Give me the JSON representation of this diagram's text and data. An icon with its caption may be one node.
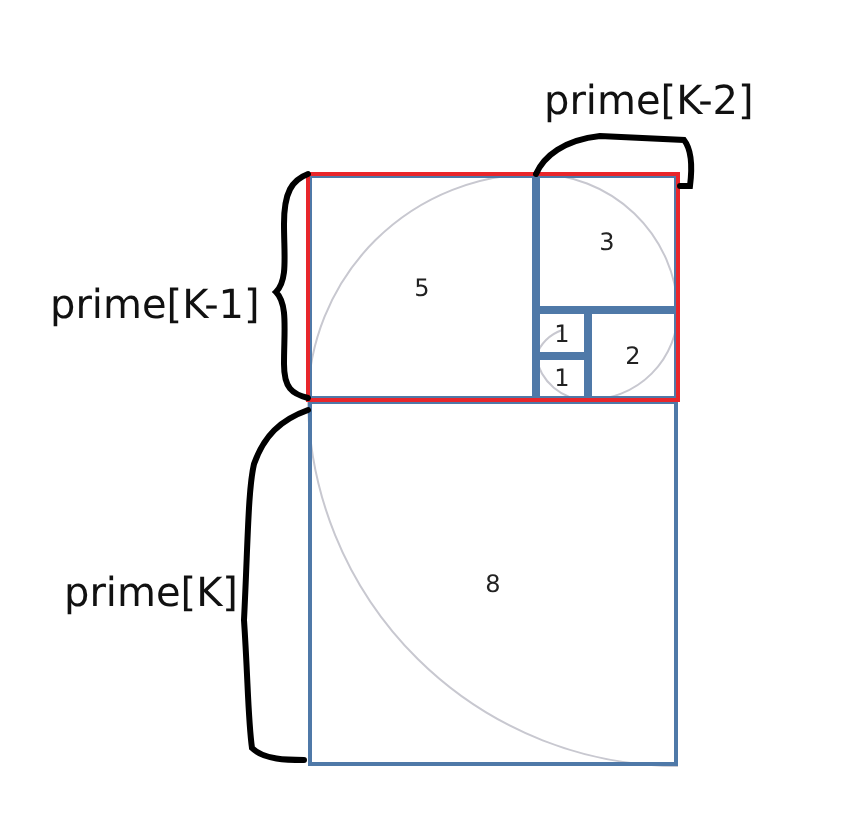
{
  "diagram": {
    "nodes": [
      {
        "text": [
          "3"
        ]
      },
      {
        "text": [
          "5"
        ]
      },
      {
        "text": [
          "1"
        ]
      },
      {
        "text": [
          "2"
        ]
      },
      {
        "text": [
          "1"
        ]
      },
      {
        "text": [
          "8"
        ]
      }
    ],
    "labels": [
      "prime[K-2]",
      "prime[K-1]",
      "prime[K]"
    ]
  }
}
